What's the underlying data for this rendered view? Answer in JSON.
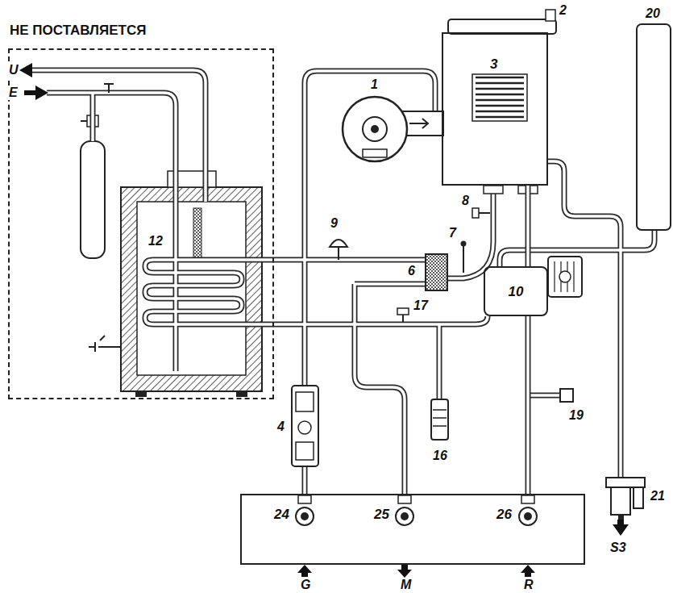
{
  "diagram": {
    "nodes": [
      {
        "text": [
          "НЕ ПОСТАВЛЯЕТСЯ"
        ]
      },
      {
        "text": [
          "3"
        ]
      },
      {
        "text": [
          "10"
        ]
      },
      {
        "text": [
          "24",
          "25",
          "26"
        ]
      }
    ],
    "edges": [
      {
        "from": 1,
        "to": 2,
        "arrow": "none"
      },
      {
        "from": 2,
        "to": 3,
        "arrow": "none"
      }
    ],
    "labels": [
      "U",
      "E",
      "2",
      "1",
      "20",
      "12",
      "9",
      "6",
      "7",
      "8",
      "17",
      "16",
      "19",
      "21",
      "4",
      "G",
      "M",
      "R",
      "S3"
    ]
  }
}
